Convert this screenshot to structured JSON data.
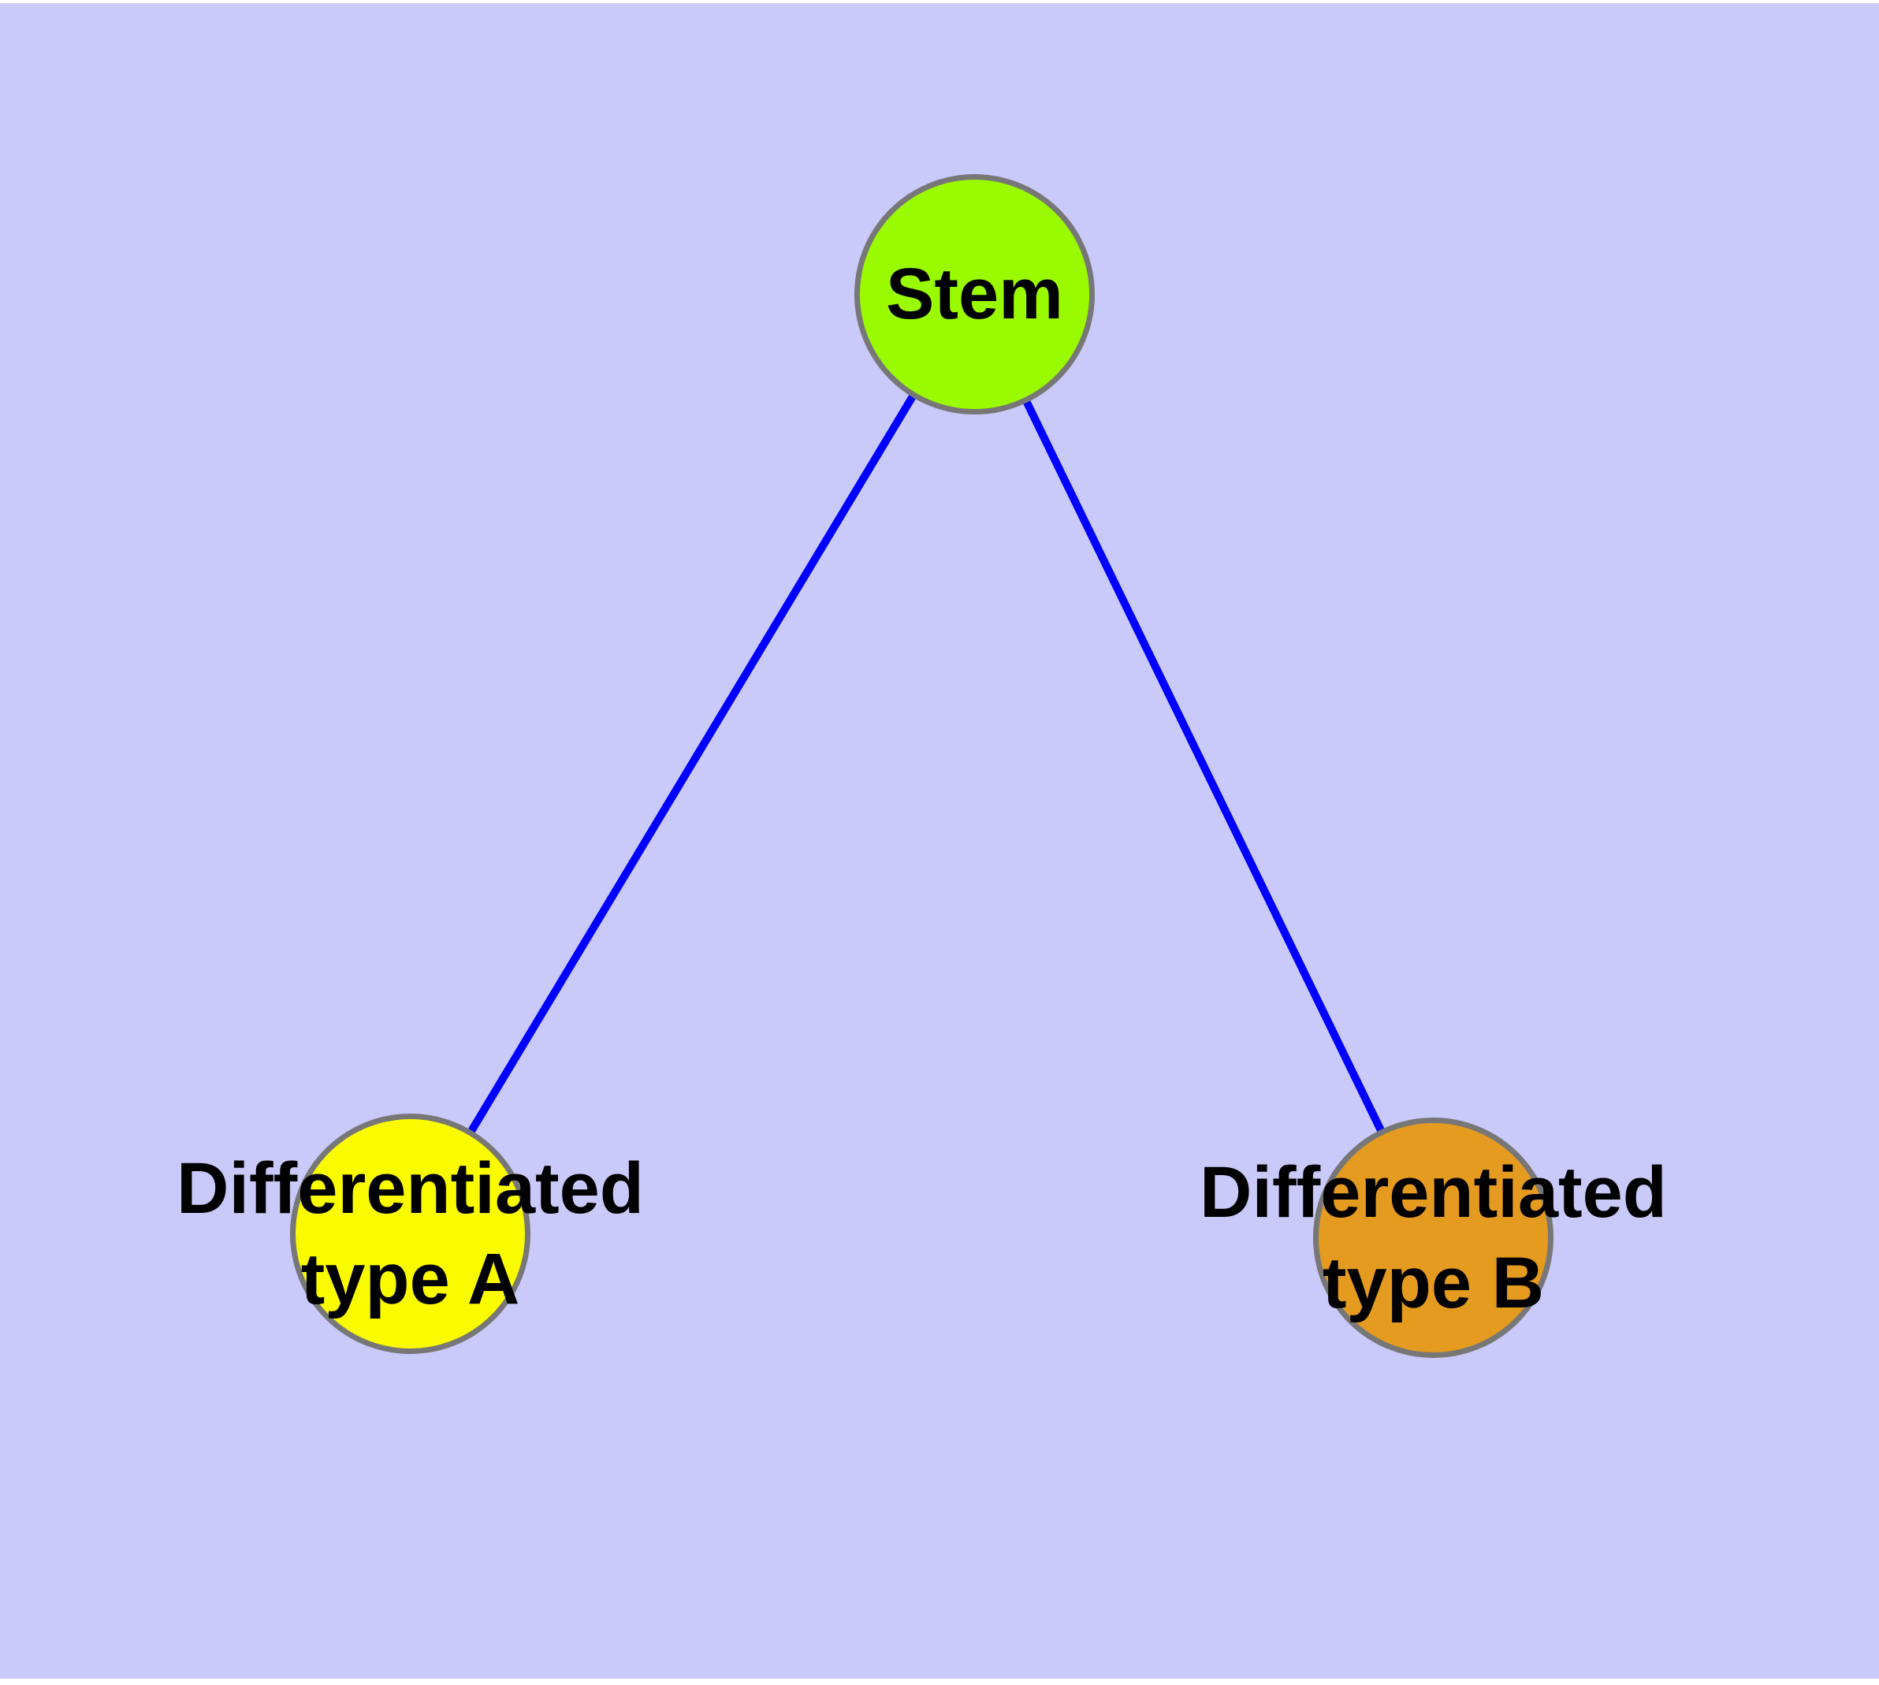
{
  "colors": {
    "page_background": "#FFFFFF",
    "canvas_background": "#C9C9FA",
    "edge": "#0000FF",
    "node_border": "#777777",
    "label_text": "#000000"
  },
  "graph": {
    "type": "node-link-diagram",
    "nodes": [
      {
        "id": "stem",
        "label": "Stem",
        "label_line1": "Stem",
        "label_line2": "",
        "fill": "#9AFA00"
      },
      {
        "id": "type-a",
        "label": "Differentiated type A",
        "label_line1": "Differentiated",
        "label_line2": "type A",
        "fill": "#FBFB00"
      },
      {
        "id": "type-b",
        "label": "Differentiated type B",
        "label_line1": "Differentiated",
        "label_line2": "type B",
        "fill": "#E59A20"
      }
    ],
    "edges": [
      {
        "from": "Stem",
        "to": "Differentiated type A"
      },
      {
        "from": "Stem",
        "to": "Differentiated type B"
      }
    ]
  }
}
